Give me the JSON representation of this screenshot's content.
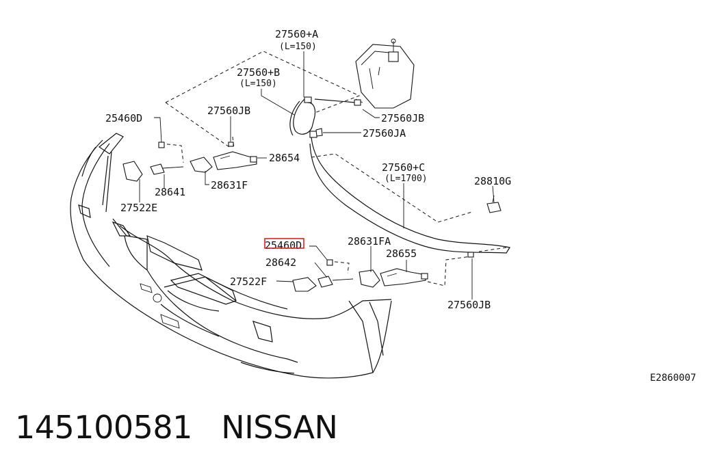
{
  "diagram_code": "E2860007",
  "caption": {
    "part_number": "145100581",
    "brand": "NISSAN"
  },
  "highlighted_label": "25460D",
  "labels": {
    "tube_a": "27560+A",
    "tube_a_len": "(L=150)",
    "tube_b": "27560+B",
    "tube_b_len": "(L=150)",
    "tube_c": "27560+C",
    "tube_c_len": "(L=1700)",
    "bolt_upper": "25460D",
    "bolt_lower": "25460D",
    "joint_jb_upper": "27560JB",
    "joint_jb_tank": "27560JB",
    "joint_jb_lower": "27560JB",
    "joint_ja": "27560JA",
    "nozzle_l": "28654",
    "nozzle_r": "28655",
    "clip": "28810G",
    "bracket_l": "28631F",
    "bracket_r": "28631FA",
    "actuator_l": "28641",
    "actuator_r": "28642",
    "cover_l": "27522E",
    "cover_r": "27522F"
  }
}
